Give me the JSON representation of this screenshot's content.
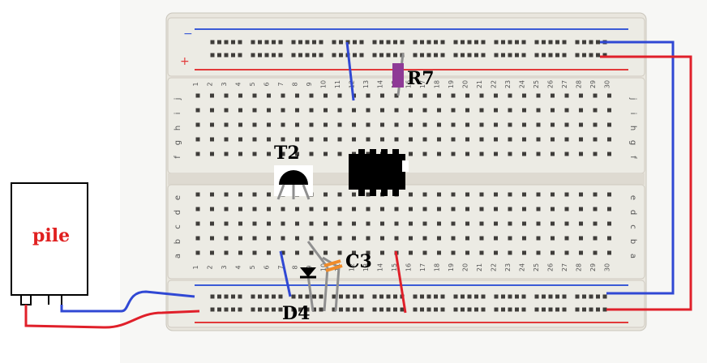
{
  "labels": {
    "pile": "pile",
    "r7": "R7",
    "t2": "T2",
    "c3": "C3",
    "d4": "D4"
  },
  "rail_signs": {
    "minus": "−",
    "plus": "+"
  },
  "row_letters_top": [
    "j",
    "i",
    "h",
    "g",
    "f"
  ],
  "row_letters_bottom": [
    "e",
    "d",
    "c",
    "b",
    "a"
  ],
  "column_numbers": [
    "1",
    "2",
    "3",
    "4",
    "5",
    "6",
    "7",
    "8",
    "9",
    "10",
    "11",
    "12",
    "13",
    "14",
    "15",
    "16",
    "17",
    "18",
    "19",
    "20",
    "21",
    "22",
    "23",
    "24",
    "25",
    "26",
    "27",
    "28",
    "29",
    "30"
  ],
  "colors": {
    "board": "#e9e6de",
    "hole": "#3f3d3a",
    "rail_blue": "#3b5bd6",
    "rail_red": "#e23a3a",
    "wire_blue": "#3048d4",
    "wire_red": "#e0202a",
    "label_red": "#e02020",
    "resistor": "#8e3a96",
    "capacitor": "#f08c2a",
    "lead": "#8f8f8f"
  }
}
